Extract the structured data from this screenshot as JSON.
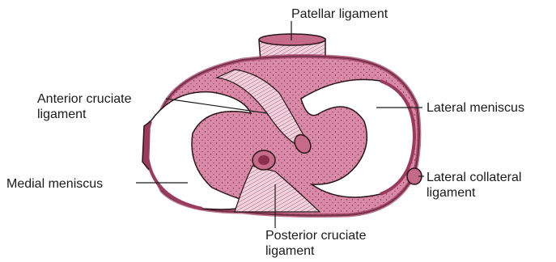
{
  "labels": {
    "patellar_ligament": "Patellar ligament",
    "anterior_cruciate": [
      "Anterior cruciate",
      "ligament"
    ],
    "lateral_meniscus": "Lateral meniscus",
    "medial_meniscus": "Medial meniscus",
    "lateral_collateral": [
      "Lateral collateral",
      "ligament"
    ],
    "posterior_cruciate": [
      "Posterior cruciate",
      "ligament"
    ]
  },
  "colors": {
    "tissue": "#d07a98",
    "tissue_light": "#e3a6bd",
    "tissue_dark": "#8a2e4e",
    "outline": "#2a1418",
    "background": "#ffffff"
  }
}
